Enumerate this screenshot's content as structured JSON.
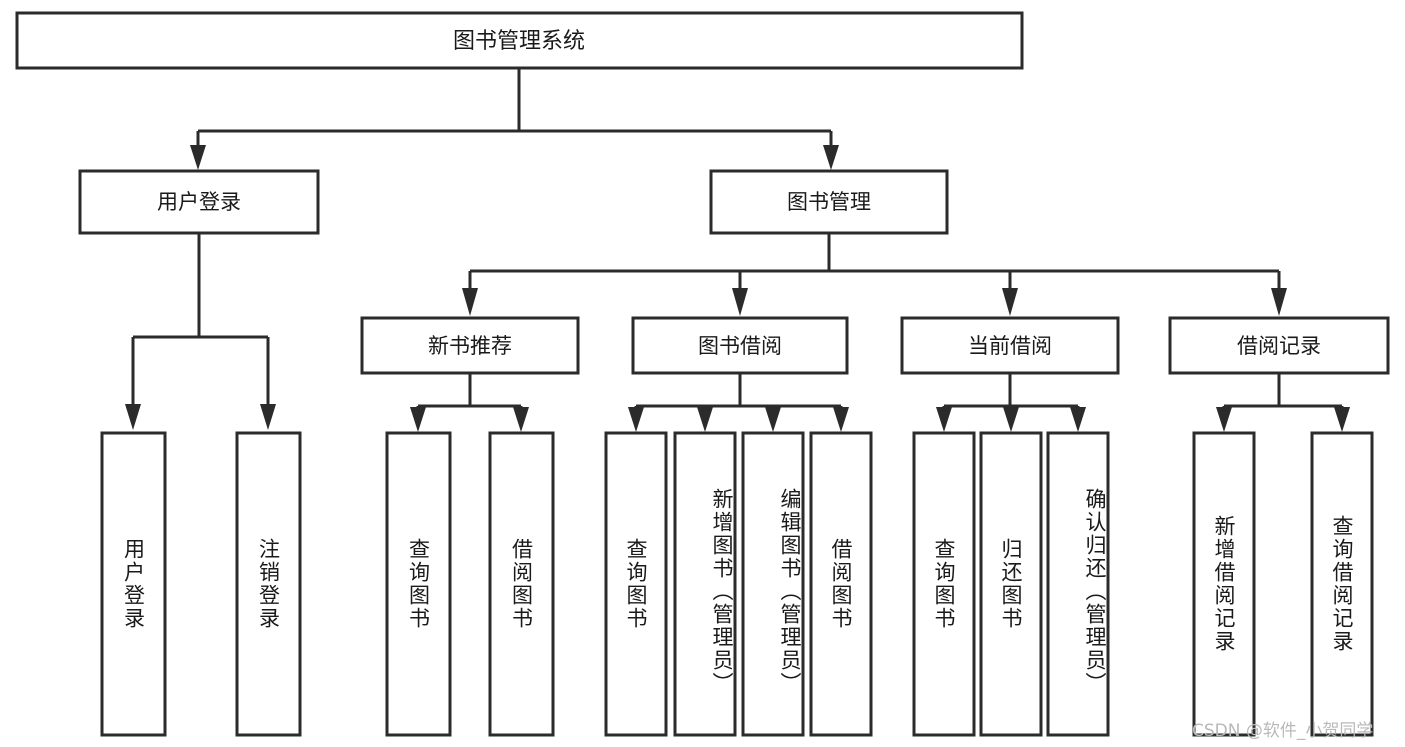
{
  "diagram": {
    "type": "tree-hierarchy",
    "title_node": {
      "label": "图书管理系统"
    },
    "level1": [
      {
        "label": "用户登录"
      },
      {
        "label": "图书管理"
      }
    ],
    "level2": [
      {
        "label": "新书推荐"
      },
      {
        "label": "图书借阅"
      },
      {
        "label": "当前借阅"
      },
      {
        "label": "借阅记录"
      }
    ],
    "leaves": {
      "user_login": [
        {
          "label": "用户登录"
        },
        {
          "label": "注销登录"
        }
      ],
      "new_book_recommend": [
        {
          "label": "查询图书"
        },
        {
          "label": "借阅图书"
        }
      ],
      "book_borrow": [
        {
          "label": "查询图书"
        },
        {
          "label": "新增图书（管理员）"
        },
        {
          "label": "编辑图书（管理员）"
        },
        {
          "label": "借阅图书"
        }
      ],
      "current_borrow": [
        {
          "label": "查询图书"
        },
        {
          "label": "归还图书"
        },
        {
          "label": "确认归还（管理员）"
        }
      ],
      "borrow_record": [
        {
          "label": "新增借阅记录"
        },
        {
          "label": "查询借阅记录"
        }
      ]
    }
  },
  "watermark": {
    "text": "CSDN @软件_小贺同学"
  },
  "colors": {
    "box_stroke": "#2b2b2b",
    "box_fill": "#ffffff",
    "text": "#1a1a1a",
    "watermark": "#b9b9b9",
    "background": "#ffffff"
  }
}
